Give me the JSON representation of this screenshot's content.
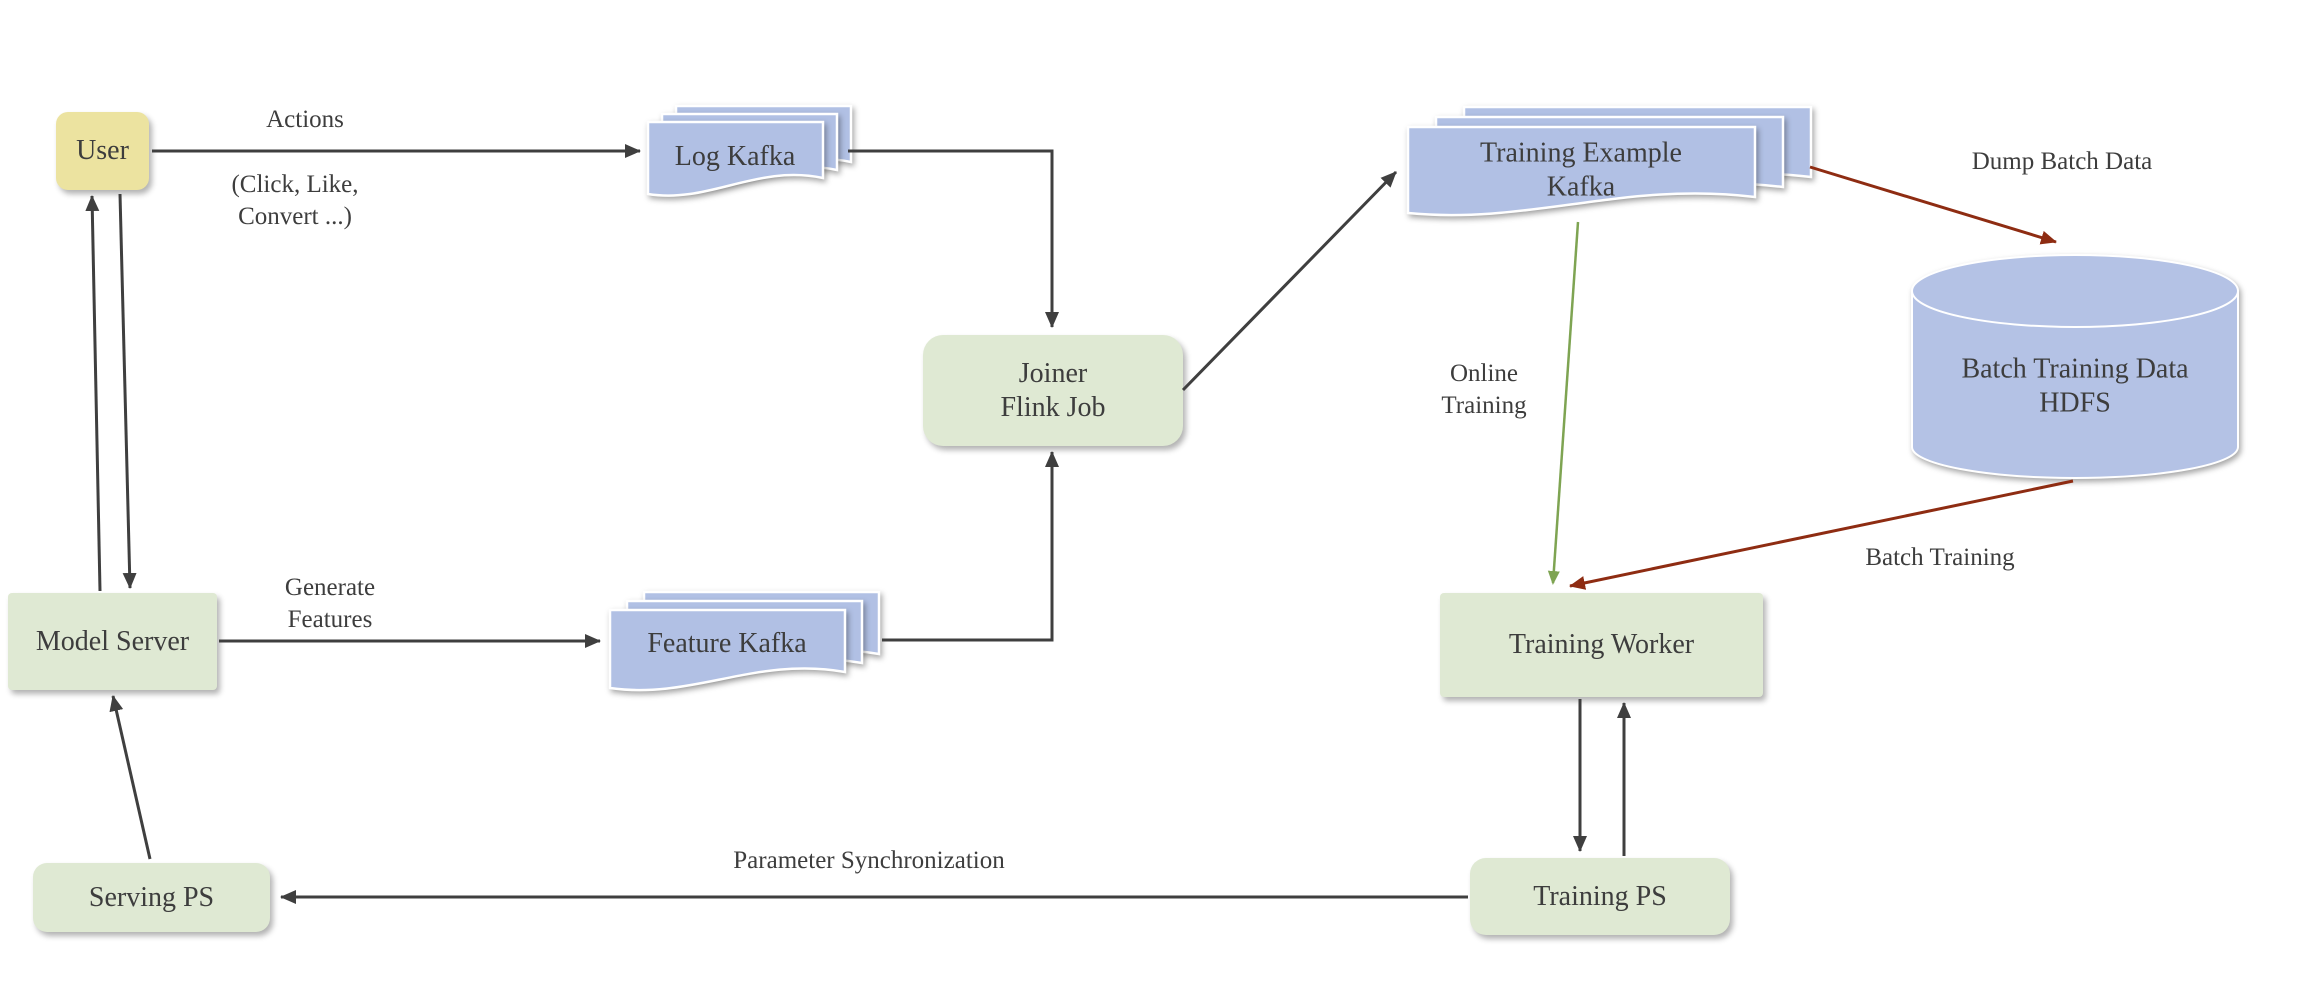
{
  "diagram": {
    "nodes": {
      "user": {
        "label": "User"
      },
      "model_server": {
        "label": "Model Server"
      },
      "log_kafka": {
        "label": "Log Kafka"
      },
      "feature_kafka": {
        "label": "Feature Kafka"
      },
      "joiner": {
        "label": "Joiner\nFlink Job"
      },
      "training_example_kafka": {
        "label": "Training Example\nKafka"
      },
      "batch_hdfs": {
        "label": "Batch Training Data\nHDFS"
      },
      "training_worker": {
        "label": "Training Worker"
      },
      "training_ps": {
        "label": "Training PS"
      },
      "serving_ps": {
        "label": "Serving PS"
      }
    },
    "edge_labels": {
      "actions": "Actions",
      "actions_detail": "(Click, Like,\nConvert ...)",
      "generate_features": "Generate\nFeatures",
      "online_training": "Online\nTraining",
      "dump_batch_data": "Dump Batch Data",
      "batch_training": "Batch Training",
      "parameter_synchronization": "Parameter Synchronization"
    },
    "colors": {
      "user_fill": "#ece3a0",
      "process_fill": "#dfe9d3",
      "kafka_fill": "#b1c0e4",
      "hdfs_fill": "#b4c2e5",
      "arrow_dark": "#3f3f3f",
      "arrow_red": "#8e2c12",
      "arrow_green": "#7ea452",
      "text": "#3d3d3d"
    }
  }
}
